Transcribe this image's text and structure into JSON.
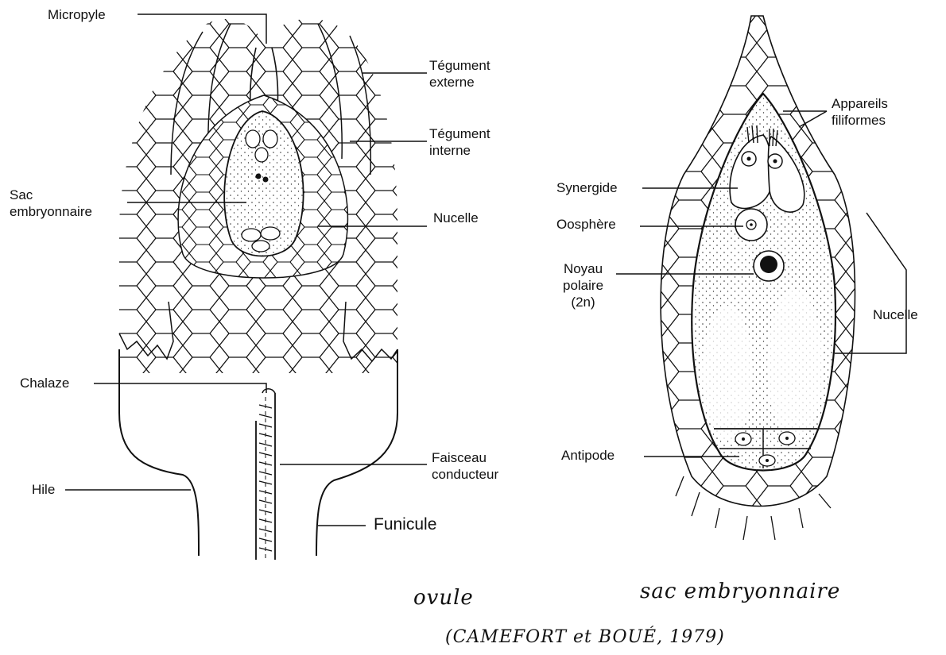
{
  "ovule": {
    "micropyle": "Micropyle",
    "tegument_externe": [
      "Tégument",
      "externe"
    ],
    "tegument_interne": [
      "Tégument",
      "interne"
    ],
    "sac_embryonnaire": [
      "Sac",
      "embryonnaire"
    ],
    "nucelle": "Nucelle",
    "chalaze": "Chalaze",
    "hile": "Hile",
    "faisceau_conducteur": [
      "Faisceau",
      "conducteur"
    ],
    "funicule": "Funicule"
  },
  "sac": {
    "appareils_filiformes": [
      "Appareils",
      "filiformes"
    ],
    "synergide": "Synergide",
    "oosphere": "Oosphère",
    "noyau_polaire": [
      "Noyau",
      "polaire",
      "(2n)"
    ],
    "nucelle": "Nucelle",
    "antipode": "Antipode"
  },
  "captions": {
    "ovule": "ovule",
    "sac_embryonnaire": "sac embryonnaire",
    "source": "(CAMEFORT et BOUÉ, 1979)"
  },
  "colors": {
    "ink": "#111111",
    "background": "#ffffff"
  }
}
